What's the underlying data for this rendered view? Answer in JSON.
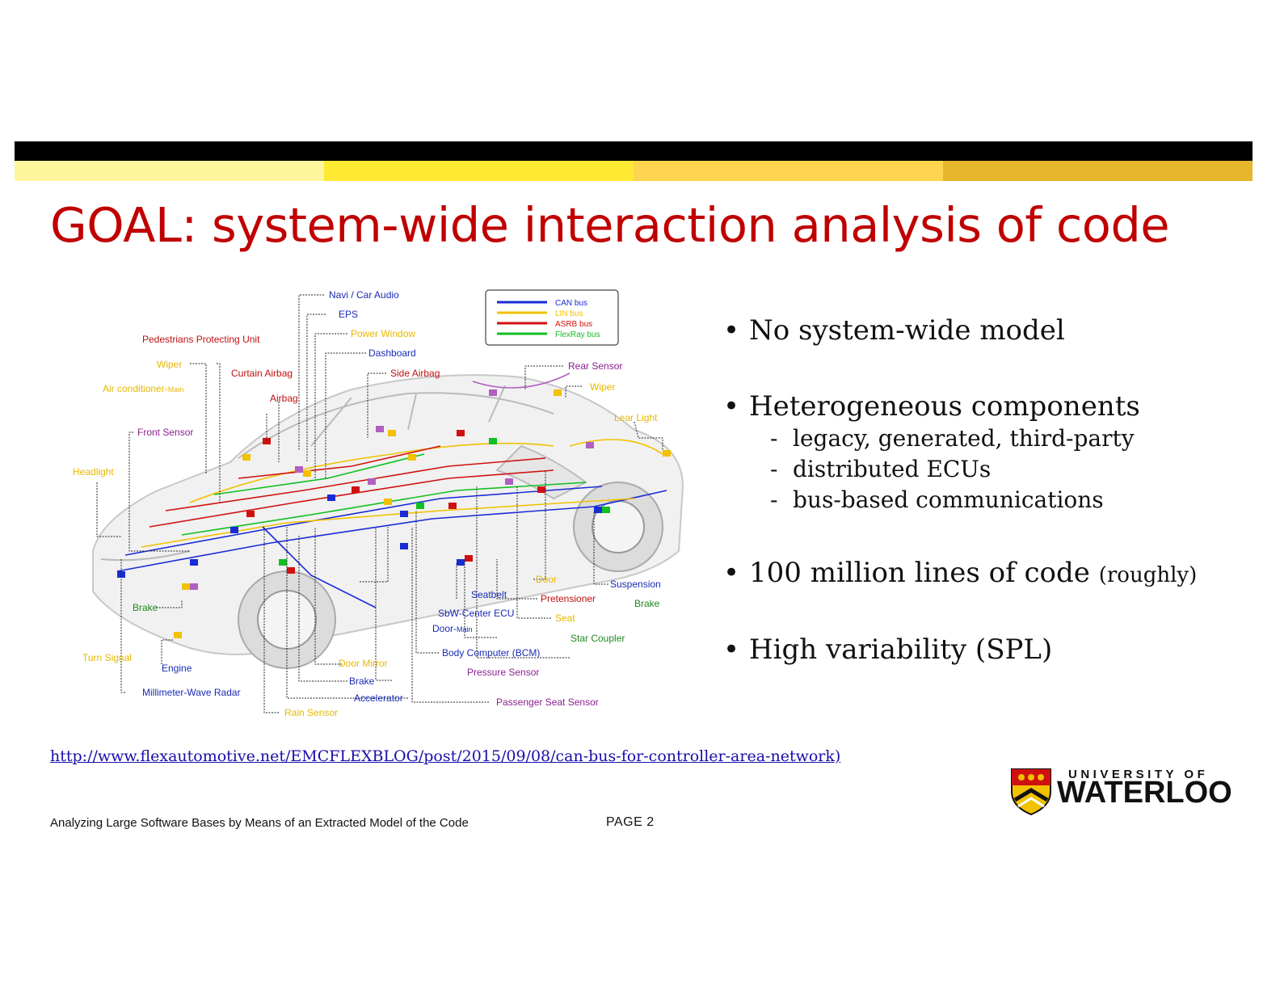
{
  "header": {
    "stripe_colors": [
      "#fff59d",
      "#ffe933",
      "#ffd54f",
      "#e6b62d"
    ]
  },
  "title": "GOAL:  system-wide interaction analysis of code",
  "diagram": {
    "legend": [
      {
        "label": "CAN bus",
        "color": "#1a2bd6"
      },
      {
        "label": "LIN bus",
        "color": "#f2c100"
      },
      {
        "label": "ASRB bus",
        "color": "#d01010"
      },
      {
        "label": "FlexRay bus",
        "color": "#10c020"
      }
    ],
    "labels": {
      "navi": "Navi / Car Audio",
      "eps": "EPS",
      "power_window": "Power Window",
      "pedestrians": "Pedestrians Protecting Unit",
      "dashboard": "Dashboard",
      "wiper_front": "Wiper",
      "curtain_airbag": "Curtain Airbag",
      "side_airbag": "Side Airbag",
      "air_conditioner": "Air conditioner-",
      "air_conditioner_main": "Main",
      "airbag": "Airbag",
      "rear_sensor": "Rear Sensor",
      "wiper_rear": "Wiper",
      "front_sensor": "Front Sensor",
      "lear_light": "Lear Light",
      "headlight": "Headlight",
      "door": "Door",
      "suspension": "Suspension",
      "seatbelt": "Seatbelt",
      "pretensioner": "Pretensioner",
      "brake_rear": "Brake",
      "brake_front": "Brake",
      "sbw_center": "SbW-Center ECU",
      "seat": "Seat",
      "door_main": "Door-",
      "door_main_suffix": "Main",
      "star_coupler": "Star Coupler",
      "turn_signal": "Turn Signal",
      "body_computer": "Body Computer (BCM)",
      "engine": "Engine",
      "door_mirror": "Door  Mirror",
      "pressure_sensor": "Pressure Sensor",
      "brake_bottom": "Brake",
      "millimeter_radar": "Millimeter-Wave Radar",
      "accelerator": "Accelerator",
      "passenger_seat_sensor": "Passenger Seat Sensor",
      "rain_sensor": "Rain Sensor"
    }
  },
  "bullets": [
    {
      "text": "No system-wide model",
      "subs": []
    },
    {
      "text": "Heterogeneous components",
      "subs": [
        "legacy, generated, third-party",
        "distributed ECUs",
        "bus-based communications"
      ]
    },
    {
      "text": "100 million lines of code",
      "small": "(roughly)",
      "subs": []
    },
    {
      "text": "High variability (SPL)",
      "subs": []
    }
  ],
  "source_link": "http://www.flexautomotive.net/EMCFLEXBLOG/post/2015/09/08/can-bus-for-controller-area-network)",
  "footer": {
    "talk_title": "Analyzing Large Software Bases by Means of an Extracted Model of the Code",
    "page_label": "PAGE  2"
  },
  "logo": {
    "top": "UNIVERSITY OF",
    "main": "WATERLOO"
  }
}
